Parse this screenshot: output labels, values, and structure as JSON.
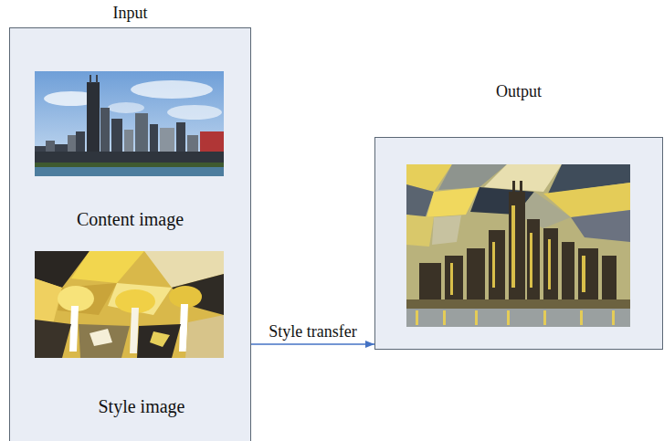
{
  "diagram": {
    "nodes": [
      {
        "text": [
          "Input"
        ]
      },
      {
        "text": [
          "Output"
        ]
      }
    ],
    "edges": [
      {
        "from": 0,
        "to": 1,
        "arrow": "to",
        "label": "Style transfer"
      }
    ],
    "labels": [
      "Content image",
      "Style image"
    ]
  }
}
